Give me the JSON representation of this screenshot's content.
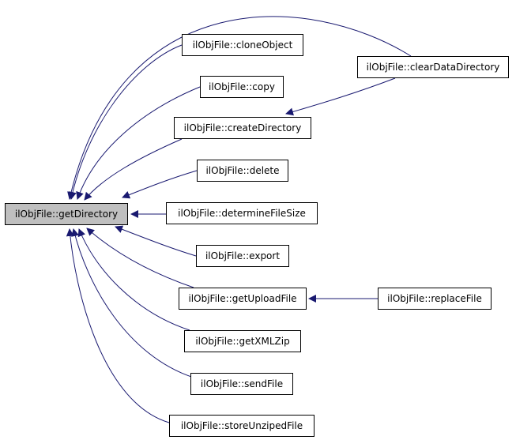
{
  "colors": {
    "edge": "#191970",
    "root_fill": "#bfbfbf",
    "node_fill": "#ffffff",
    "border": "#000000"
  },
  "nodes": {
    "root": {
      "label": "ilObjFile::getDirectory"
    },
    "clone_object": {
      "label": "ilObjFile::cloneObject"
    },
    "clear_data_directory": {
      "label": "ilObjFile::clearDataDirectory"
    },
    "copy": {
      "label": "ilObjFile::copy"
    },
    "create_directory": {
      "label": "ilObjFile::createDirectory"
    },
    "delete": {
      "label": "ilObjFile::delete"
    },
    "determine_file_size": {
      "label": "ilObjFile::determineFileSize"
    },
    "export": {
      "label": "ilObjFile::export"
    },
    "get_upload_file": {
      "label": "ilObjFile::getUploadFile"
    },
    "replace_file": {
      "label": "ilObjFile::replaceFile"
    },
    "get_xml_zip": {
      "label": "ilObjFile::getXMLZip"
    },
    "send_file": {
      "label": "ilObjFile::sendFile"
    },
    "store_unziped_file": {
      "label": "ilObjFile::storeUnzipedFile"
    }
  },
  "edges": [
    {
      "from": "clone_object",
      "to": "root"
    },
    {
      "from": "clear_data_directory",
      "to": "root"
    },
    {
      "from": "copy",
      "to": "root"
    },
    {
      "from": "create_directory",
      "to": "root"
    },
    {
      "from": "clear_data_directory",
      "to": "create_directory"
    },
    {
      "from": "delete",
      "to": "root"
    },
    {
      "from": "determine_file_size",
      "to": "root"
    },
    {
      "from": "export",
      "to": "root"
    },
    {
      "from": "get_upload_file",
      "to": "root"
    },
    {
      "from": "replace_file",
      "to": "get_upload_file"
    },
    {
      "from": "get_xml_zip",
      "to": "root"
    },
    {
      "from": "send_file",
      "to": "root"
    },
    {
      "from": "store_unziped_file",
      "to": "root"
    }
  ]
}
